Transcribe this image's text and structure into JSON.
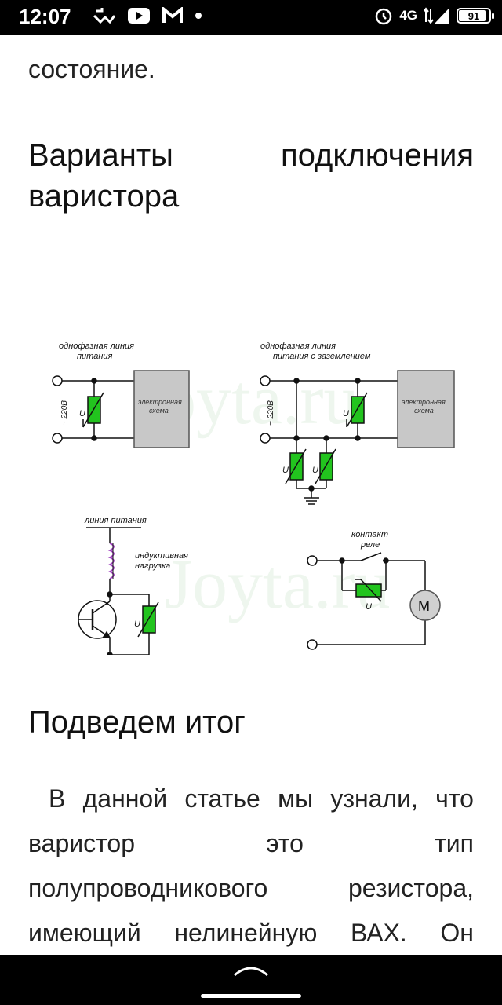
{
  "status_bar": {
    "time": "12:07",
    "left_icons": [
      "missed-call-icon",
      "youtube-icon",
      "gmail-icon",
      "dot-icon"
    ],
    "right_icons": [
      "alarm-icon",
      "signal-icon",
      "battery-icon"
    ],
    "network": "4G",
    "battery_percent": 91
  },
  "article": {
    "prev_paragraph_tail": "состояние.",
    "section_heading": [
      "Варианты",
      "подключения",
      "варистора"
    ],
    "figure": {
      "watermark": "Joyta.ru",
      "labels": {
        "d1_line": [
          "однофазная линия",
          "питания"
        ],
        "d1_box": [
          "электронная",
          "схема"
        ],
        "d1_voltage": "~ 220В",
        "u": "U",
        "d2_line": [
          "однофазная линия",
          "питания с заземлением"
        ],
        "d2_box": [
          "электронная",
          "схема"
        ],
        "d2_voltage": "~ 220В",
        "d3_line": "линия питания",
        "d3_load": [
          "индуктивная",
          "нагрузка"
        ],
        "d4_contact": [
          "контакт",
          "реле"
        ],
        "d4_motor": "M"
      }
    },
    "summary_heading": "Подведем итог",
    "summary_lines": [
      [
        "В",
        "данной",
        "статье",
        "мы",
        "узнали,",
        "что"
      ],
      [
        "варистор",
        "это",
        "тип"
      ],
      [
        "полупроводникового",
        "резистора,"
      ],
      [
        "имеющий",
        "нелинейную",
        "ВАХ.",
        "Он"
      ]
    ]
  },
  "colors": {
    "varistor": "#22c41e",
    "box": "#c8c8c8",
    "inductor": "#a040c0",
    "accent_bg": "#000000"
  },
  "nav_bar": {
    "home_icon": "chevron-up-icon"
  }
}
